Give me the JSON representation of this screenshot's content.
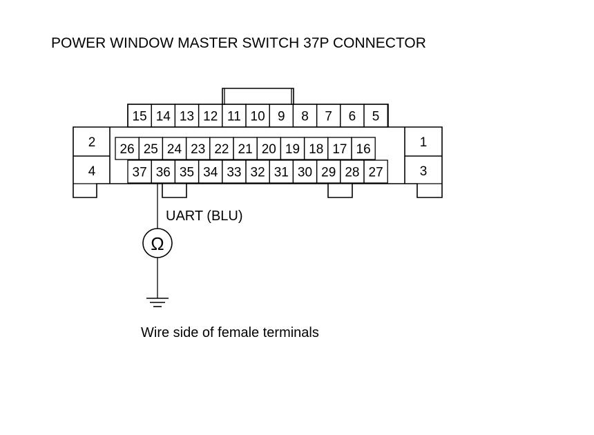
{
  "title": "POWER WINDOW MASTER SWITCH 37P CONNECTOR",
  "connector": {
    "top_row": [
      "15",
      "14",
      "13",
      "12",
      "11",
      "10",
      "9",
      "8",
      "7",
      "6",
      "5"
    ],
    "middle_row": [
      "26",
      "25",
      "24",
      "23",
      "22",
      "21",
      "20",
      "19",
      "18",
      "17",
      "16"
    ],
    "bottom_row": [
      "37",
      "36",
      "35",
      "34",
      "33",
      "32",
      "31",
      "30",
      "29",
      "28",
      "27"
    ],
    "left_upper": "2",
    "left_lower": "4",
    "right_upper": "1",
    "right_lower": "3"
  },
  "probe": {
    "terminal": "36",
    "wire_label": "UART (BLU)",
    "meter_symbol": "Ω",
    "ground_icon": "ground-icon"
  },
  "caption": "Wire side of female terminals"
}
